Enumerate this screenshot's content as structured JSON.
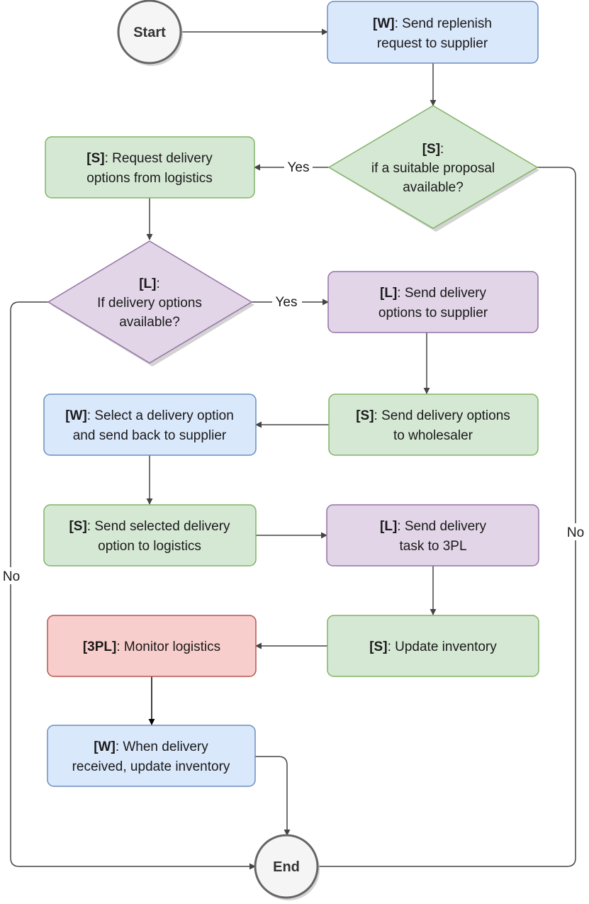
{
  "colors": {
    "wholesaler_fill": "#dae8fc",
    "wholesaler_stroke": "#6c8ebf",
    "supplier_fill": "#d5e8d4",
    "supplier_stroke": "#82b366",
    "logistics_fill": "#e1d5e7",
    "logistics_stroke": "#9673a6",
    "tpl_fill": "#f8cecc",
    "tpl_stroke": "#b85450",
    "terminal_fill": "#f5f5f5",
    "terminal_stroke": "#666666",
    "edge": "#444444"
  },
  "nodes": {
    "start": {
      "label": "Start"
    },
    "end": {
      "label": "End"
    },
    "w_send_replenish": {
      "role": "[W]",
      "lines": [
        ": Send replenish",
        "request to supplier"
      ]
    },
    "s_suitable_proposal": {
      "role": "[S]",
      "lines": [
        ":",
        "if a suitable proposal",
        "available?"
      ]
    },
    "s_request_delivery": {
      "role": "[S]",
      "lines": [
        ": Request delivery",
        "options from logistics"
      ]
    },
    "l_delivery_available": {
      "role": "[L]",
      "lines": [
        ":",
        "If delivery options",
        "available?"
      ]
    },
    "l_send_options": {
      "role": "[L]",
      "lines": [
        ": Send delivery",
        "options to supplier"
      ]
    },
    "s_send_options_wholesaler": {
      "role": "[S]",
      "lines": [
        ": Send delivery options",
        "to wholesaler"
      ]
    },
    "w_select_option": {
      "role": "[W]",
      "lines": [
        ": Select a delivery option",
        "and send back to supplier"
      ]
    },
    "s_send_selected": {
      "role": "[S]",
      "lines": [
        ": Send selected delivery",
        "option to logistics"
      ]
    },
    "l_send_task": {
      "role": "[L]",
      "lines": [
        ": Send delivery",
        "task to 3PL"
      ]
    },
    "s_update_inventory": {
      "role": "[S]",
      "lines": [
        ": Update inventory"
      ]
    },
    "tpl_monitor": {
      "role": "[3PL]",
      "lines": [
        ": Monitor logistics"
      ]
    },
    "w_received": {
      "role": "[W]",
      "lines": [
        ": When delivery",
        "received, update inventory"
      ]
    }
  },
  "edge_labels": {
    "yes_proposal": "Yes",
    "no_proposal": "No",
    "yes_delivery": "Yes",
    "no_delivery": "No"
  }
}
